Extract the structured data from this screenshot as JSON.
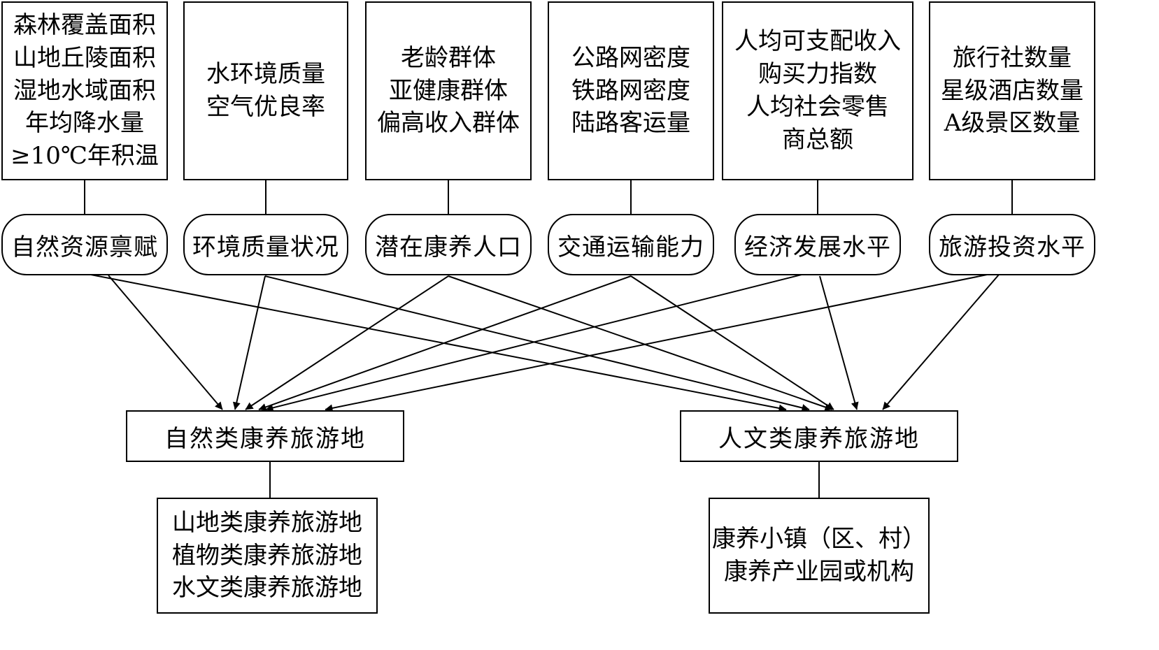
{
  "indicator_groups": [
    {
      "lines": [
        "森林覆盖面积",
        "山地丘陵面积",
        "湿地水域面积",
        "年均降水量",
        "≥10℃年积温"
      ]
    },
    {
      "lines": [
        "水环境质量",
        "空气优良率"
      ]
    },
    {
      "lines": [
        "老龄群体",
        "亚健康群体",
        "偏高收入群体"
      ]
    },
    {
      "lines": [
        "公路网密度",
        "铁路网密度",
        "陆路客运量"
      ]
    },
    {
      "lines": [
        "人均可支配收入",
        "购买力指数",
        "人均社会零售",
        "商总额"
      ]
    },
    {
      "lines": [
        "旅行社数量",
        "星级酒店数量",
        "A级景区数量"
      ]
    }
  ],
  "factors": [
    {
      "label": "自然资源禀赋"
    },
    {
      "label": "环境质量状况"
    },
    {
      "label": "潜在康养人口"
    },
    {
      "label": "交通运输能力"
    },
    {
      "label": "经济发展水平"
    },
    {
      "label": "旅游投资水平"
    }
  ],
  "destinations": [
    {
      "label": "自然类康养旅游地"
    },
    {
      "label": "人文类康养旅游地"
    }
  ],
  "subtypes": [
    {
      "lines": [
        "山地类康养旅游地",
        "植物类康养旅游地",
        "水文类康养旅游地"
      ]
    },
    {
      "lines": [
        "康养小镇（区、村）",
        "康养产业园或机构"
      ]
    }
  ],
  "links": [
    {
      "from": "自然资源禀赋",
      "to": "自然类康养旅游地"
    },
    {
      "from": "自然资源禀赋",
      "to": "人文类康养旅游地"
    },
    {
      "from": "环境质量状况",
      "to": "自然类康养旅游地"
    },
    {
      "from": "环境质量状况",
      "to": "人文类康养旅游地"
    },
    {
      "from": "潜在康养人口",
      "to": "自然类康养旅游地"
    },
    {
      "from": "潜在康养人口",
      "to": "人文类康养旅游地"
    },
    {
      "from": "交通运输能力",
      "to": "自然类康养旅游地"
    },
    {
      "from": "交通运输能力",
      "to": "人文类康养旅游地"
    },
    {
      "from": "经济发展水平",
      "to": "自然类康养旅游地"
    },
    {
      "from": "经济发展水平",
      "to": "人文类康养旅游地"
    },
    {
      "from": "旅游投资水平",
      "to": "自然类康养旅游地"
    },
    {
      "from": "旅游投资水平",
      "to": "人文类康养旅游地"
    }
  ]
}
